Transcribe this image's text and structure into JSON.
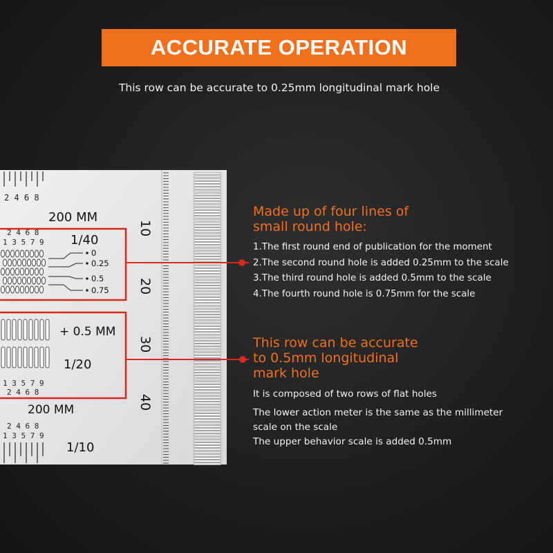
{
  "banner": {
    "title": "ACCURATE OPERATION"
  },
  "subtitle": "This row can be accurate to 0.25mm longitudinal mark hole",
  "ruler": {
    "top_scale_label": "200 MM",
    "bottom_scale_label": "200 MM",
    "digits_odd": "1 3 5 7 9",
    "digits_even": "2 4 6 8",
    "quarter_row": {
      "ratio": "1/40",
      "offsets": [
        "0",
        "0.25",
        "0.5",
        "0.75"
      ]
    },
    "half_row": {
      "ratio": "1/20",
      "offset": "+ 0.5 MM"
    },
    "tenth_row": {
      "ratio": "1/10"
    },
    "vertical_numbers": [
      "10",
      "20",
      "30",
      "40"
    ],
    "colors": {
      "ruler": "#e6e6e6",
      "marker": "#d9281e",
      "accent": "#f2701d"
    }
  },
  "section1": {
    "heading_lines": [
      "Made up of four lines of",
      "small round hole:"
    ],
    "items": [
      "1.The first round end of publication for the moment",
      "2.The second round hole is added 0.25mm to the scale",
      "3.The third round hole is added 0.5mm to the scale",
      "4.The fourth round hole is 0.75mm for the scale"
    ]
  },
  "section2": {
    "heading_lines": [
      "This row can be accurate",
      "to 0.5mm longitudinal",
      "mark hole"
    ],
    "intro": "It is composed of two rows of flat holes",
    "lower_lines": [
      "The lower action meter is the same as the millimeter",
      "scale on the scale"
    ],
    "upper_line": "The upper behavior scale is added 0.5mm"
  }
}
